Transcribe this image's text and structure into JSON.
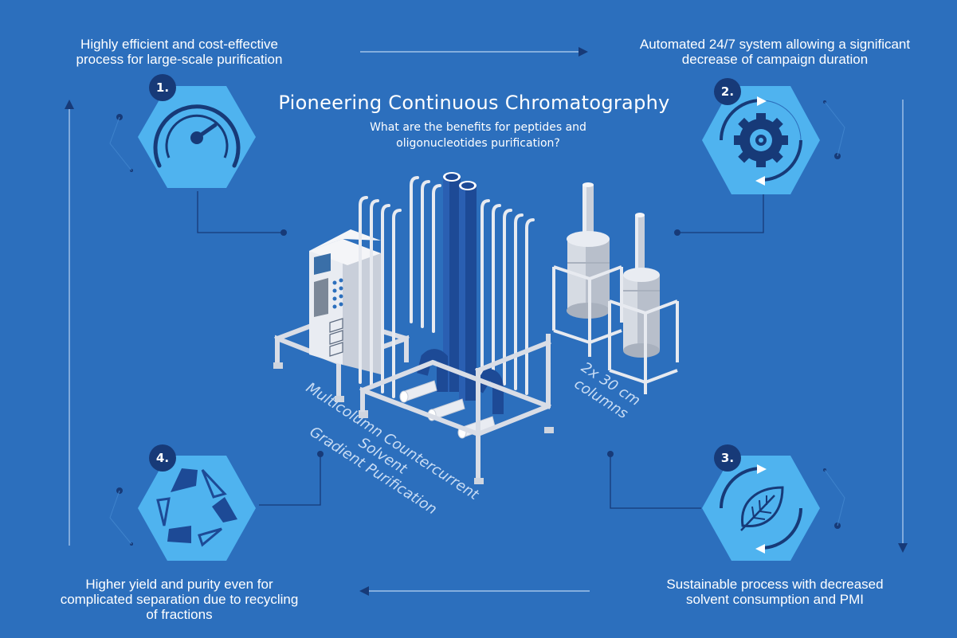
{
  "title": "Pioneering Continuous Chromatography",
  "subtitle": "What are the benefits for peptides and\noligonucleotides purification?",
  "benefits": [
    {
      "number": "1.",
      "text": "Highly efficient and cost-effective\nprocess for large-scale purification",
      "icon": "gauge-icon"
    },
    {
      "number": "2.",
      "text": "Automated 24/7 system allowing a significant\ndecrease of campaign duration",
      "icon": "gear-icon"
    },
    {
      "number": "3.",
      "text": "Sustainable process with decreased\nsolvent consumption and PMI",
      "icon": "leaf-icon"
    },
    {
      "number": "4.",
      "text": "Higher yield and purity even for\ncomplicated separation due to recycling\nof fractions",
      "icon": "recycle-icon"
    }
  ],
  "equipment_labels": {
    "mcsgp": "Multicolumn Countercurrent Solvent\nGradient Purification",
    "columns": "2x 30 cm columns"
  },
  "colors": {
    "background": "#2c6fbd",
    "hexagon": "#4fb3ef",
    "badge": "#173a78",
    "accent_dark": "#1d4a96"
  }
}
